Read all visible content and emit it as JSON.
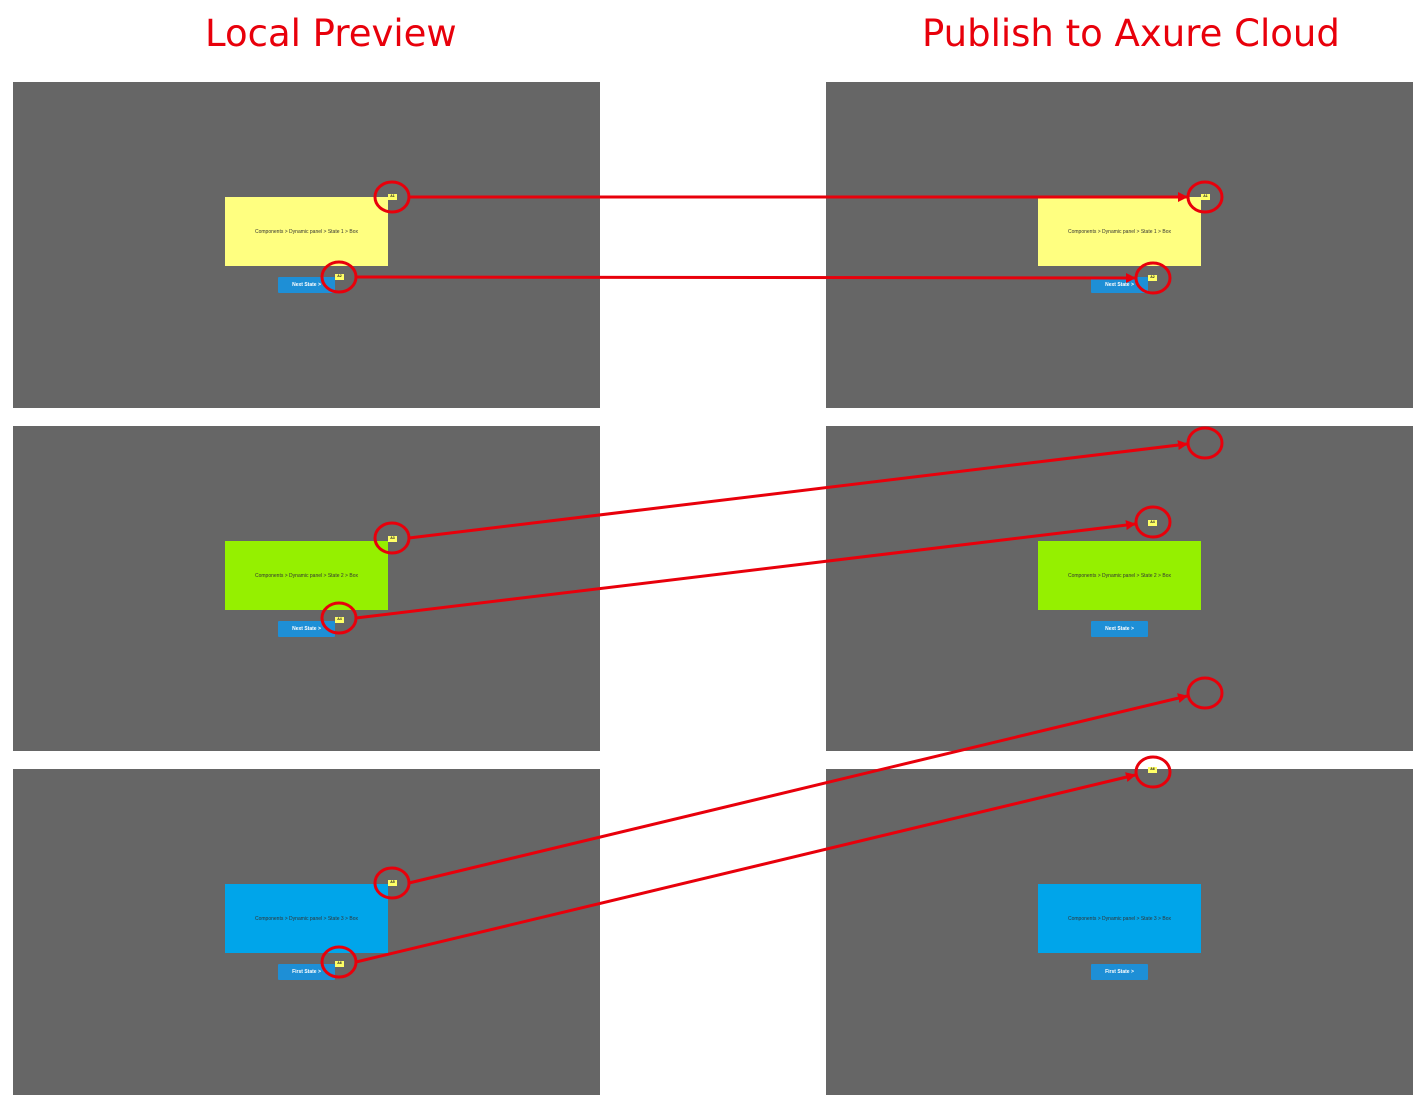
{
  "headings": {
    "left": "Local Preview",
    "right": "Publish to Axure Cloud"
  },
  "colors": {
    "accent": "#e8000b",
    "panel": "#666666",
    "state1": "#ffff80",
    "state2": "#95f000",
    "state3": "#00a5ea",
    "button": "#1e8fd6",
    "footnote": "#ffff66"
  },
  "states": [
    {
      "box_label": "Components > Dynamic panel > State 1 > Box",
      "button_label": "Next State >",
      "footnotes": [
        "A1",
        "A2"
      ]
    },
    {
      "box_label": "Components > Dynamic panel > State 2 > Box",
      "button_label": "Next State >",
      "footnotes": [
        "A3",
        "A4"
      ]
    },
    {
      "box_label": "Components > Dynamic panel > State 3 > Box",
      "button_label": "First State >",
      "footnotes": [
        "A5",
        "A6"
      ]
    }
  ]
}
